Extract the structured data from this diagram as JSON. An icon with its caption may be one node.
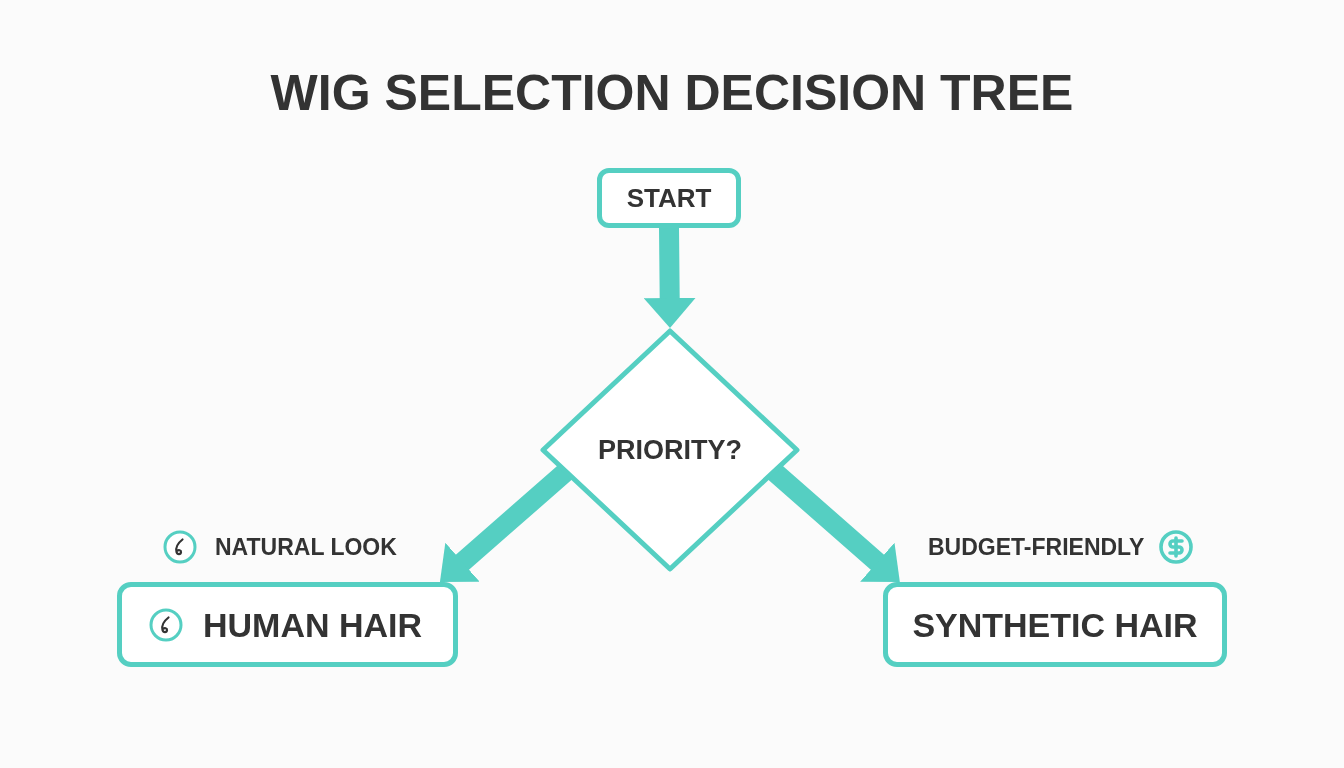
{
  "diagram": {
    "title": "WIG SELECTION DECISION TREE",
    "nodes": [
      {
        "text": [
          "START"
        ]
      },
      {
        "text": [
          "PRIORITY?"
        ]
      },
      {
        "text": [
          "HUMAN HAIR"
        ],
        "beside": [
          "NATURAL LOOK"
        ]
      },
      {
        "text": [
          "SYNTHETIC HAIR"
        ],
        "beside": [
          "BUDGET-FRIENDLY"
        ]
      }
    ],
    "edges": [
      {
        "from": 0,
        "to": 1,
        "arrow": "to"
      },
      {
        "from": 1,
        "to": 2,
        "arrow": "to"
      },
      {
        "from": 1,
        "to": 3,
        "arrow": "to"
      }
    ]
  }
}
